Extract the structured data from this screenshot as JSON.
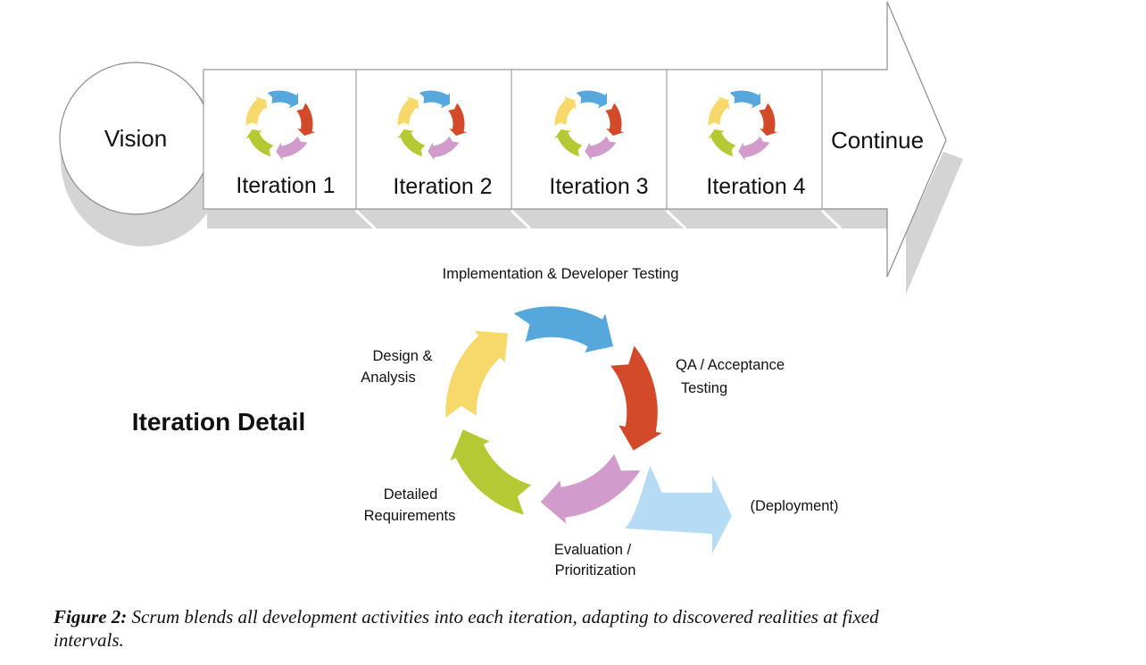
{
  "roadmap": {
    "start_label": "Vision",
    "iterations": [
      "Iteration 1",
      "Iteration 2",
      "Iteration 3",
      "Iteration 4"
    ],
    "end_label": "Continue"
  },
  "detail": {
    "title": "Iteration Detail",
    "phases": {
      "implementation": "Implementation & Developer Testing",
      "qa_line1": "QA / Acceptance",
      "qa_line2": "Testing",
      "evaluation_line1": "Evaluation /",
      "evaluation_line2": "Prioritization",
      "requirements_line1": "Detailed",
      "requirements_line2": "Requirements",
      "design_line1": "Design &",
      "design_line2": "Analysis"
    },
    "deployment": "(Deployment)"
  },
  "caption": {
    "lead": "Figure 2:",
    "text": " Scrum blends all development activities into each iteration, adapting to discovered realities at fixed intervals."
  },
  "colors": {
    "blue": "#56a7dc",
    "red": "#d24a2a",
    "purple": "#d19ccb",
    "green": "#b5c934",
    "yellow": "#f6d96a",
    "light_blue": "#b5dcf4",
    "shadow": "#d4d4d4",
    "outline": "#9a9a9a"
  }
}
